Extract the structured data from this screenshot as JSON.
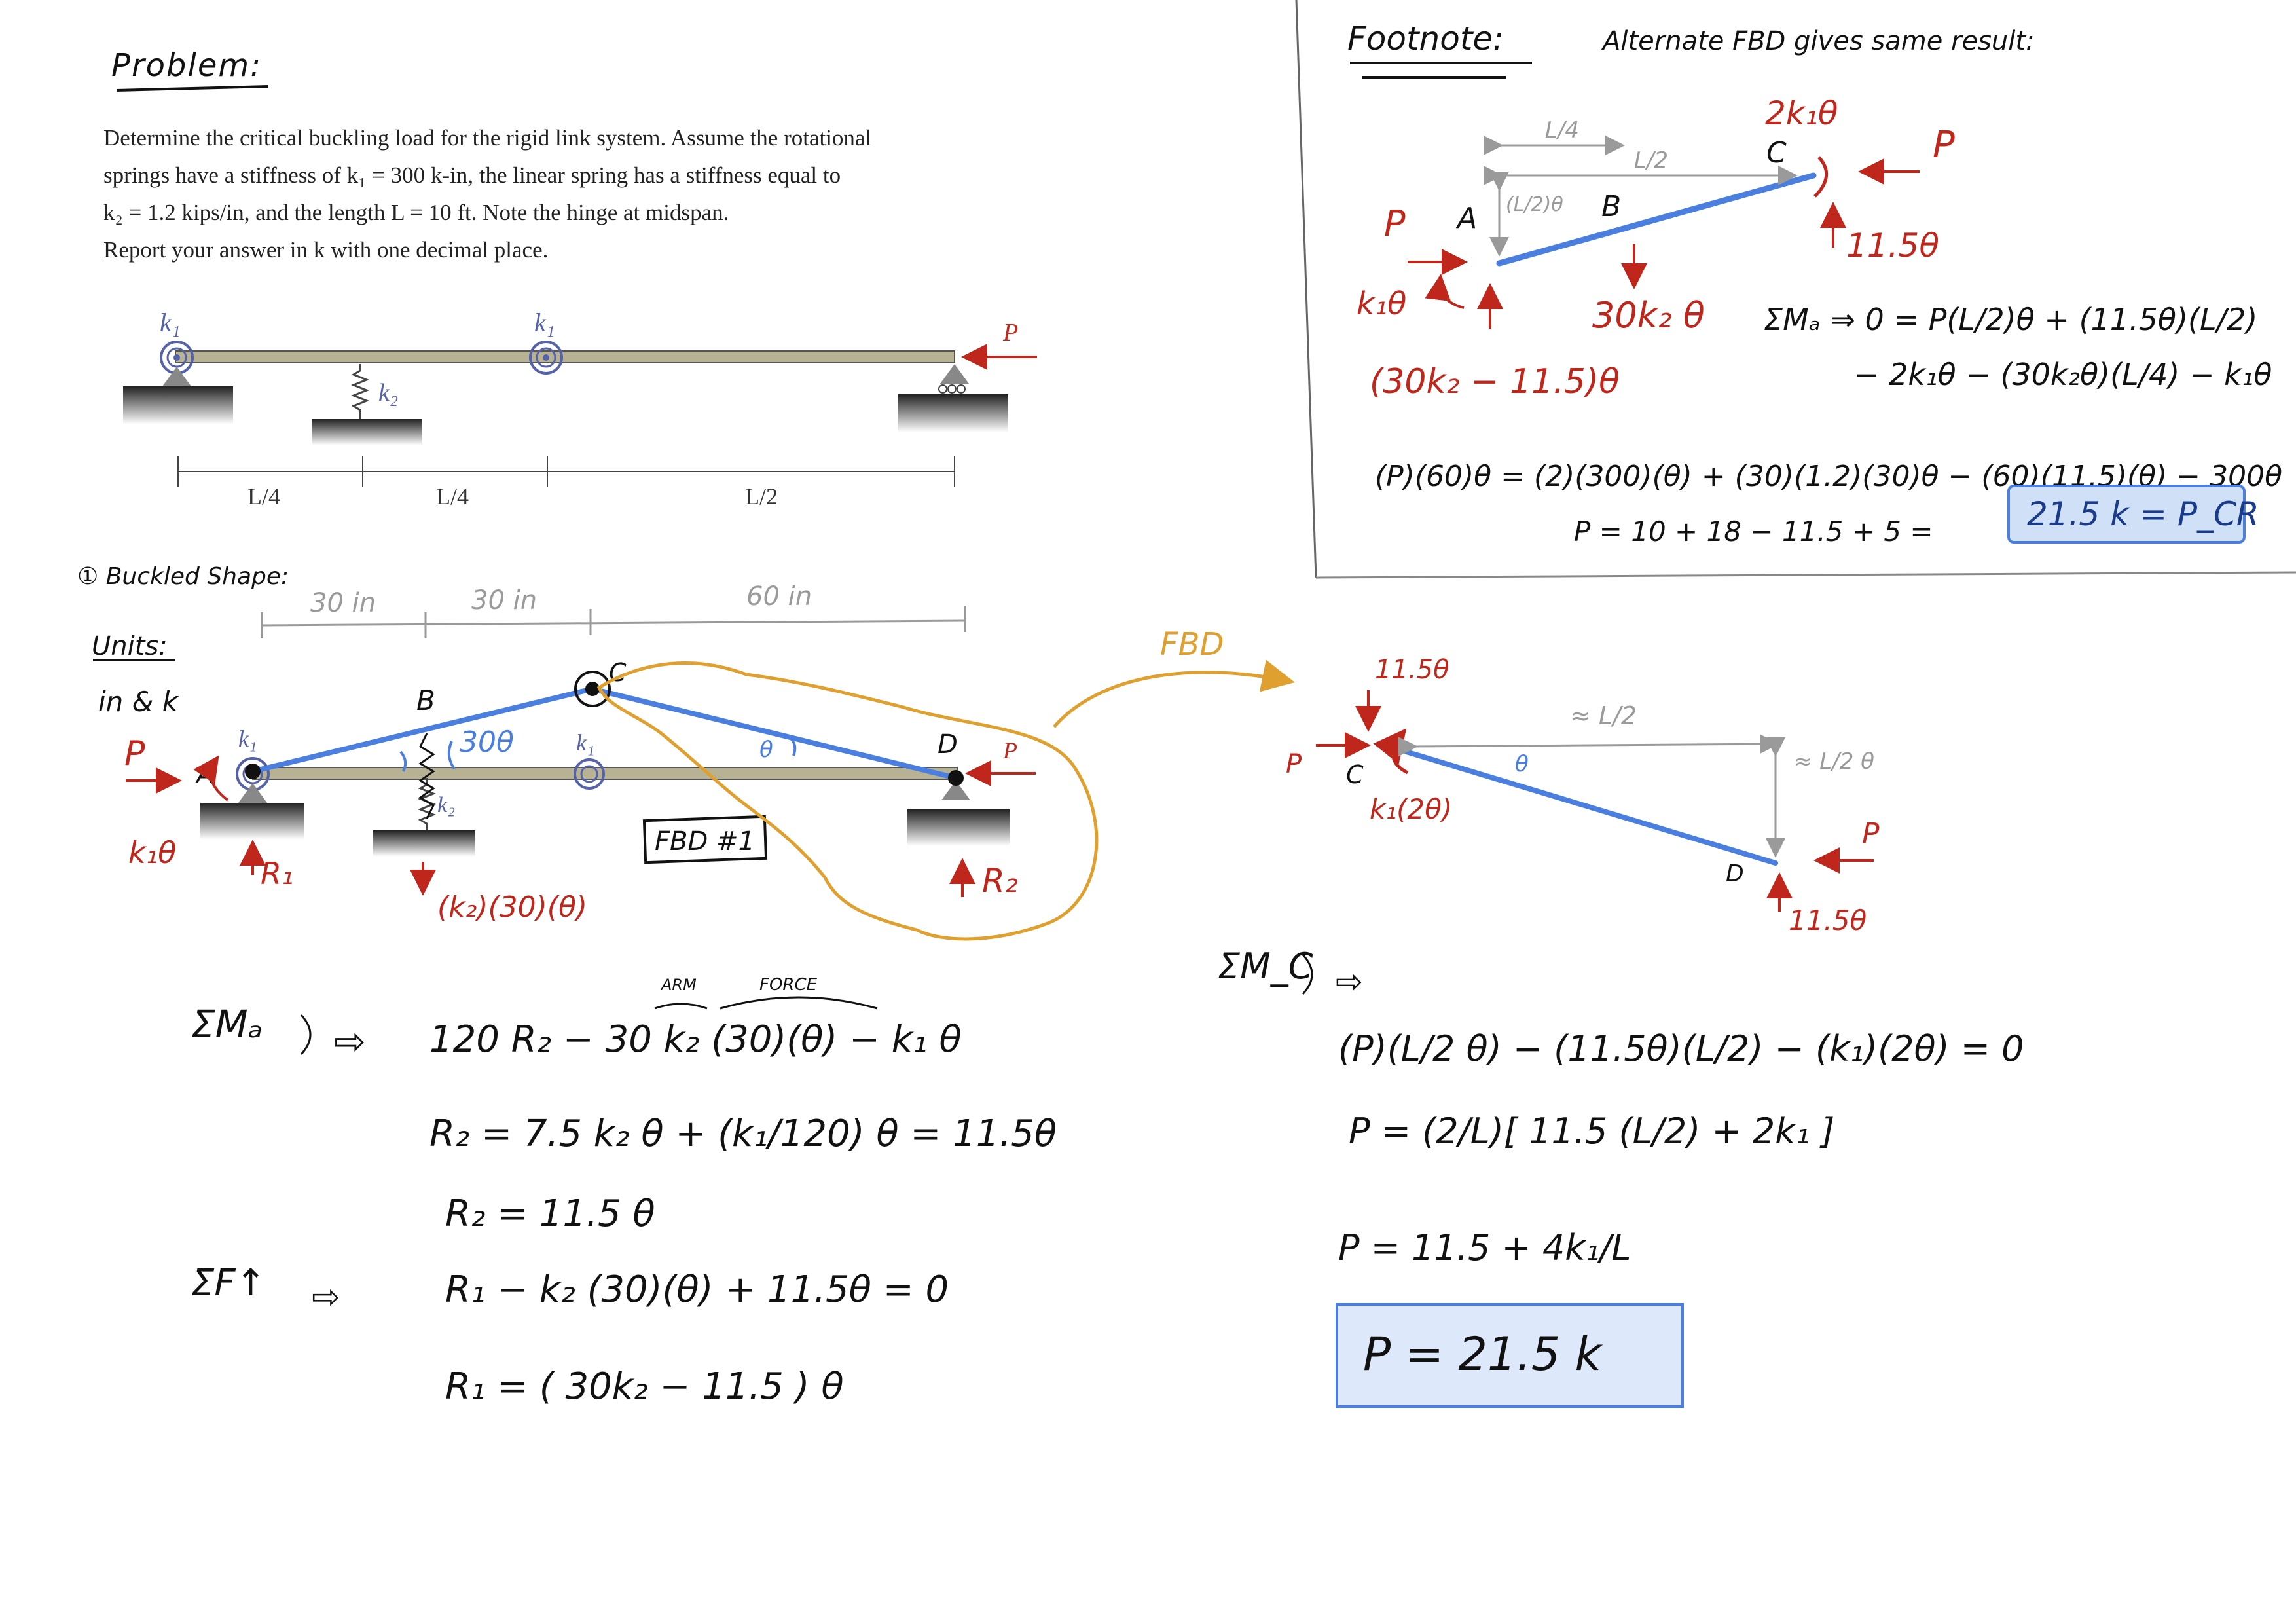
{
  "problem": {
    "heading": "Problem:",
    "lines": [
      "Determine the critical buckling load for the rigid link system.  Assume the rotational",
      "springs have a stiffness of k₁ = 300 k-in, the linear spring has a stiffness equal to",
      "k₂ = 1.2 kips/in, and the length L = 10 ft. Note the hinge at midspan.",
      "Report your answer in k with one decimal place."
    ]
  },
  "problem_figure": {
    "k1_left": "k₁",
    "k1_mid": "k₁",
    "k2": "k₂",
    "p": "P",
    "dims": [
      "L/4",
      "L/4",
      "L/2"
    ]
  },
  "buckled": {
    "step_label": "① Buckled Shape:",
    "units_label": "Units:",
    "units_value": "in & k",
    "dims": [
      "30 in",
      "30 in",
      "60 in"
    ],
    "nodes": {
      "a": "A",
      "b": "B",
      "c": "C",
      "d": "D"
    },
    "angle_b": "30θ",
    "angle_cd": "θ",
    "p_left": "P",
    "p_right": "P",
    "moment_a": "k₁θ",
    "r1": "R₁",
    "r2": "R₂",
    "spring_force": "(k₂)(30)(θ)",
    "fbd_box": "FBD #1",
    "k1": "k₁",
    "k2": "k₂"
  },
  "fbd_arrow_label": "FBD",
  "fbd_cd": {
    "shear_top": "11.5θ",
    "p_left": "P",
    "node_c": "C",
    "moment": "k₁(2θ)",
    "half_len": "≈ L/2",
    "theta": "θ",
    "drop": "≈ L/2 θ",
    "node_d": "D",
    "p_right": "P",
    "shear_bottom": "11.5θ"
  },
  "equations_left": {
    "sum_ma": "ΣMₐ",
    "arm_label": "ARM",
    "force_label": "FORCE",
    "eq1": "120 R₂  −  30 k₂ (30)(θ)  − k₁ θ",
    "eq2": "R₂  =  7.5 k₂ θ  +  (k₁/120) θ  = 11.5θ",
    "eq3": "R₂ = 11.5 θ",
    "sum_fy": "ΣF↑",
    "eq4": "R₁  −  k₂ (30)(θ)  +  11.5θ  =  0",
    "eq5": "R₁  =  ( 30k₂ − 11.5 ) θ"
  },
  "equations_right": {
    "sum_mc": "ΣM_C",
    "eq1": "(P)(L/2 θ) − (11.5θ)(L/2) − (k₁)(2θ) = 0",
    "eq2": "P = (2/L)[ 11.5 (L/2) + 2k₁ ]",
    "eq3": "P  =  11.5 + 4k₁/L",
    "result": "P = 21.5 k"
  },
  "footnote": {
    "heading": "Footnote:",
    "text": "Alternate FBD gives same result:",
    "moment_c": "2k₁θ",
    "p_c": "P",
    "node_c": "C",
    "dim_l4": "L/4",
    "dim_l2": "L/2",
    "rise": "(L/2)θ",
    "node_a": "A",
    "node_b": "B",
    "p_a": "P",
    "moment_a": "k₁θ",
    "shear_c": "11.5θ",
    "spring_b": "30k₂ θ",
    "reaction_a": "(30k₂ − 11.5)θ",
    "sum_ma_1": "ΣMₐ ⇒ 0 = P(L/2)θ + (11.5θ)(L/2)",
    "sum_ma_2": "− 2k₁θ − (30k₂θ)(L/4) − k₁θ",
    "eq_num": "(P)(60)θ = (2)(300)(θ) + (30)(1.2)(30)θ − (60)(11.5)(θ) − 300θ",
    "eq_p": "P =  10 + 18 − 11.5 + 5   =",
    "result": "21.5 k = P_CR"
  },
  "colors": {
    "ink": "#111111",
    "red": "#c0271c",
    "blue": "#4a7fe0",
    "orange": "#e0a030",
    "gray": "#9a9a9a",
    "beam": "#b8b294",
    "result_fill": "#cfe0f7"
  }
}
